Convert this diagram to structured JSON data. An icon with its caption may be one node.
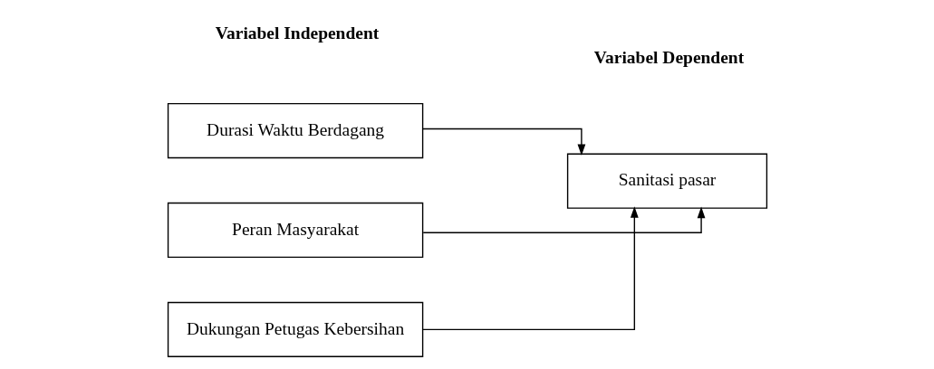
{
  "diagram": {
    "nodes": [
      {
        "text": [
          "Durasi Waktu Berdagang"
        ]
      },
      {
        "text": [
          "Peran Masyarakat"
        ]
      },
      {
        "text": [
          "Dukungan Petugas Kebersihan"
        ]
      },
      {
        "text": [
          "Sanitasi pasar"
        ]
      }
    ],
    "edges": [
      {
        "from": 0,
        "to": 3,
        "arrow": "to"
      },
      {
        "from": 1,
        "to": 3,
        "arrow": "to"
      },
      {
        "from": 2,
        "to": 3,
        "arrow": "to"
      }
    ],
    "labels": [
      "Variabel Independent",
      "Variabel Dependent"
    ]
  }
}
